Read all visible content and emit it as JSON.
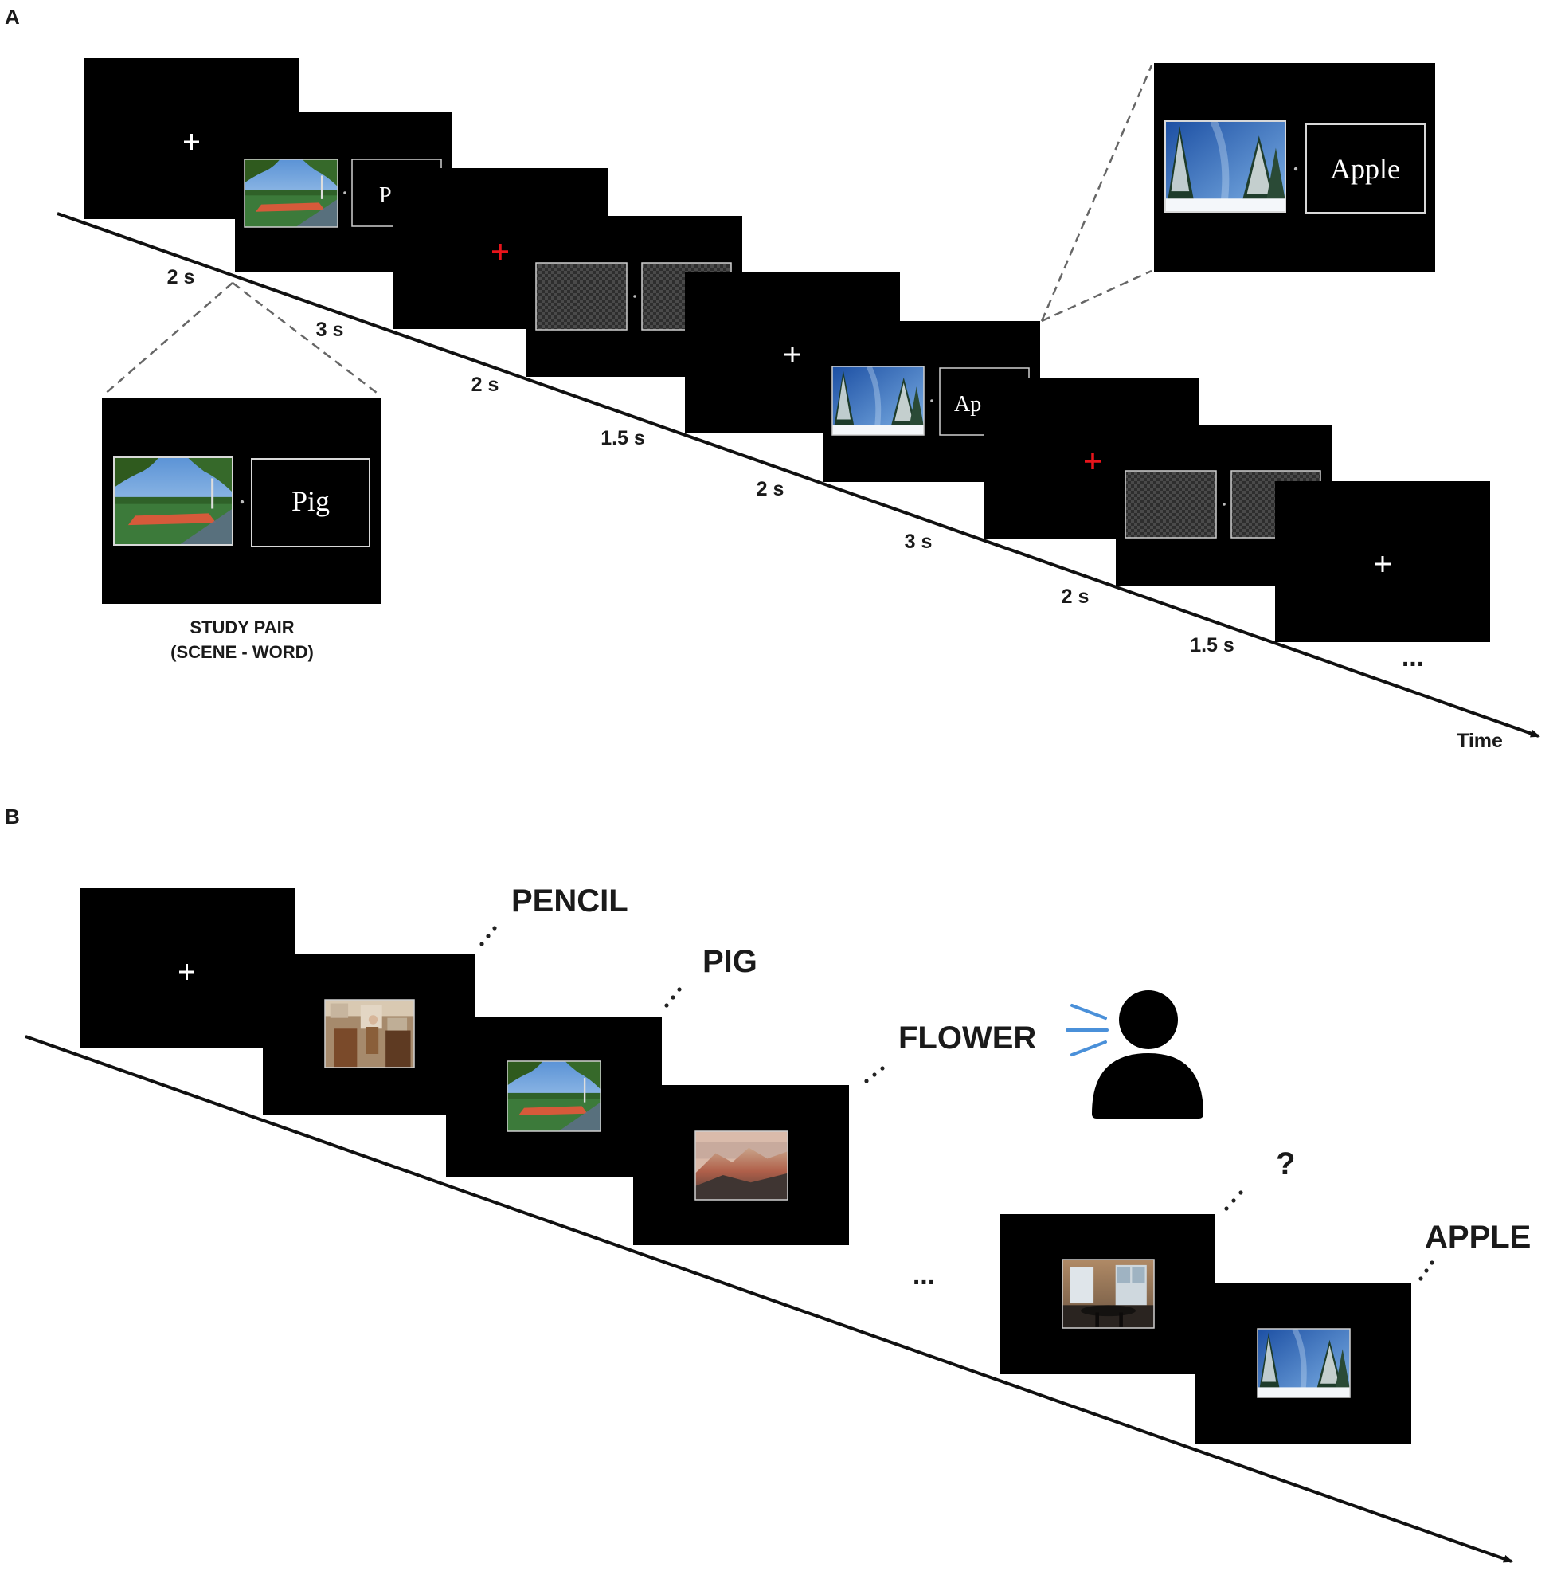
{
  "panel_a": {
    "label": "A",
    "durations": [
      "2 s",
      "3 s",
      "2 s",
      "1.5 s",
      "2 s",
      "3 s",
      "2 s",
      "1.5 s"
    ],
    "study_pair_caption": [
      "STUDY PAIR",
      "(SCENE - WORD)"
    ],
    "words": {
      "pig": "Pig",
      "apple": "Apple",
      "pig_partial": "P",
      "apple_partial": "Ap"
    },
    "time_label": "Time",
    "ellipsis": "..."
  },
  "panel_b": {
    "label": "B",
    "responses": [
      "PENCIL",
      "PIG",
      "FLOWER",
      "?",
      "APPLE"
    ],
    "ellipsis": "..."
  },
  "colors": {
    "screen": "#000000",
    "fixation_rest": "#ffffff",
    "fixation_cue": "#e8141b",
    "speech_lines": "#4a90d9",
    "axis": "#111111"
  }
}
